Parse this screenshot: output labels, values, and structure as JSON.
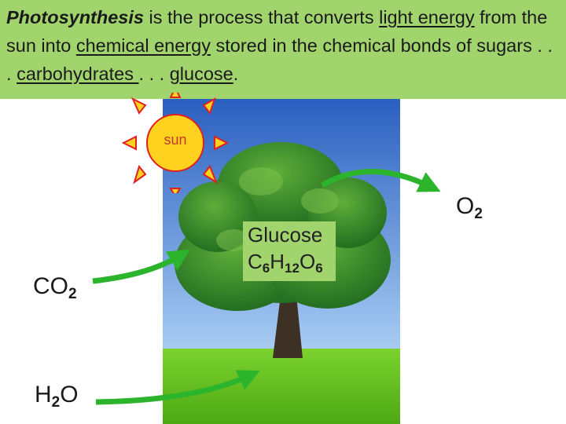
{
  "banner": {
    "term": "Photosynthesis",
    "t1": " is the process that converts ",
    "u1": "light energy",
    "t2": " from the sun into ",
    "u2": "chemical energy",
    "t3": " stored in the chemical bonds of sugars . . . ",
    "u3": "carbohydrates ",
    "t4": ". . . ",
    "u4": "glucose",
    "t5": "."
  },
  "sun": {
    "label": "sun"
  },
  "glucose": {
    "name": "Glucose",
    "formula_c": "C",
    "formula_c_sub": "6",
    "formula_h": "H",
    "formula_h_sub": "12",
    "formula_o": "O",
    "formula_o_sub": "6"
  },
  "co2": {
    "base": "CO",
    "sub": "2"
  },
  "h2o": {
    "h": "H",
    "sub": "2",
    "o": "O"
  },
  "o2": {
    "base": "O",
    "sub": "2"
  },
  "colors": {
    "banner": "#a2d46e",
    "arrow": "#2cb52c",
    "sun_fill": "#ffd21f",
    "sun_stroke": "#e02020"
  }
}
